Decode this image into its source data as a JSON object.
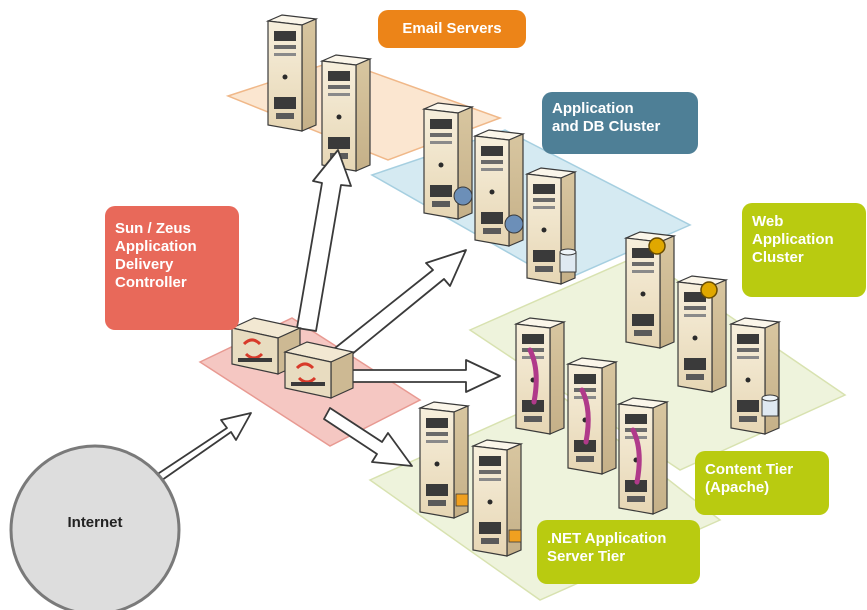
{
  "labels": {
    "email_servers": "Email Servers",
    "app_db_line1": "Application",
    "app_db_line2": "and DB Cluster",
    "sun_line1": "Sun / Zeus",
    "sun_line2": "Application",
    "sun_line3": "Delivery",
    "sun_line4": "Controller",
    "web_line1": "Web",
    "web_line2": "Application",
    "web_line3": "Cluster",
    "content_line1": "Content Tier",
    "content_line2": "(Apache)",
    "dotnet_line1": ".NET Application",
    "dotnet_line2": "Server Tier",
    "internet": "Internet"
  },
  "colors": {
    "email": "#ec8418",
    "app_db": "#4e7f96",
    "sun": "#e8695a",
    "green": "#b9cb10",
    "server_body": "#efe3c8",
    "server_dark": "#2b2b2b"
  },
  "icons": {
    "email_servers": "server-icon",
    "app_db_servers": "server-with-user-icon",
    "db_server": "database-cylinder-icon",
    "web_servers": "gear-server-icon",
    "apache_servers": "apache-feather-server-icon",
    "dotnet_servers": "windows-server-icon",
    "controller": "load-balancer-icon"
  }
}
